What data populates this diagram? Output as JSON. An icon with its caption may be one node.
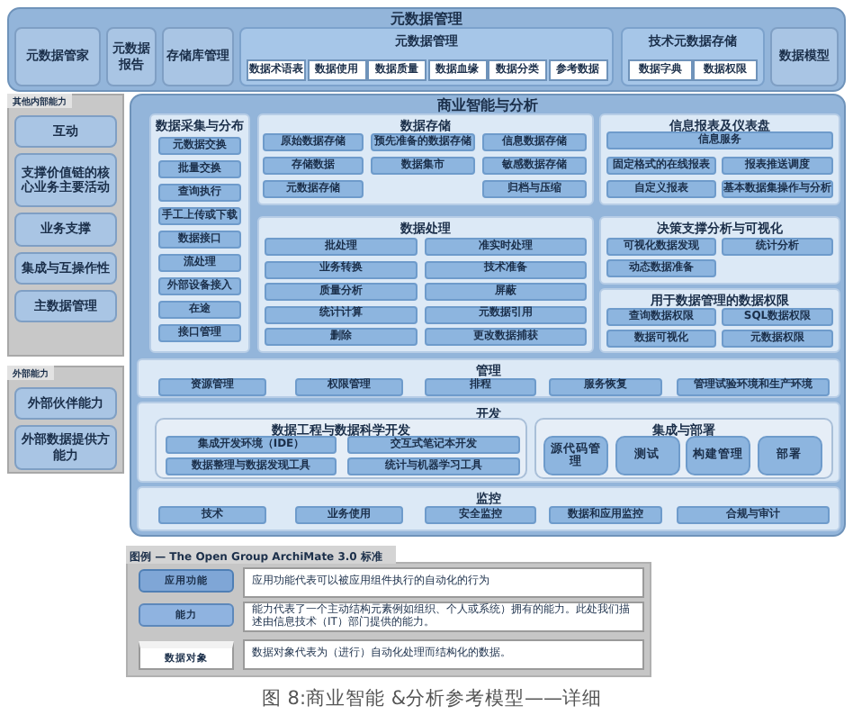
{
  "diagram": {
    "caption": "图 8:商业智能 &分析参考模型——详细",
    "nodes": [
      {
        "text": [
          "元数据管理"
        ]
      },
      {
        "text": [
          "元数据管家"
        ],
        "in": 0
      },
      {
        "text": [
          "元数据报告"
        ],
        "in": 0
      },
      {
        "text": [
          "存储库管理"
        ],
        "in": 0
      },
      {
        "text": [
          "元数据管理"
        ],
        "in": 0
      },
      {
        "text": [
          "数据术语表"
        ],
        "in": 4
      },
      {
        "text": [
          "数据使用"
        ],
        "in": 4
      },
      {
        "text": [
          "数据质量"
        ],
        "in": 4
      },
      {
        "text": [
          "数据血缘"
        ],
        "in": 4
      },
      {
        "text": [
          "数据分类"
        ],
        "in": 4
      },
      {
        "text": [
          "参考数据"
        ],
        "in": 4
      },
      {
        "text": [
          "技术元数据存储"
        ],
        "in": 0
      },
      {
        "text": [
          "数据字典"
        ],
        "in": 11
      },
      {
        "text": [
          "数据权限"
        ],
        "in": 11
      },
      {
        "text": [
          "数据模型"
        ],
        "in": 0
      },
      {
        "text": [
          "其他内部能力"
        ]
      },
      {
        "text": [
          "互动"
        ],
        "in": 15
      },
      {
        "text": [
          "支撑价值链的核心业务主要活动"
        ],
        "in": 15
      },
      {
        "text": [
          "业务支撑"
        ],
        "in": 15
      },
      {
        "text": [
          "集成与互操作性"
        ],
        "in": 15
      },
      {
        "text": [
          "主数据管理"
        ],
        "in": 15
      },
      {
        "text": [
          "外部能力"
        ]
      },
      {
        "text": [
          "外部伙伴能力"
        ],
        "in": 21
      },
      {
        "text": [
          "外部数据提供方能力"
        ],
        "in": 21
      },
      {
        "text": [
          "商业智能与分析"
        ]
      },
      {
        "text": [
          "数据采集与分布"
        ],
        "in": 24
      },
      {
        "text": [
          "元数据交换"
        ],
        "in": 25
      },
      {
        "text": [
          "批量交换"
        ],
        "in": 25
      },
      {
        "text": [
          "查询执行"
        ],
        "in": 25
      },
      {
        "text": [
          "手工上传或下载"
        ],
        "in": 25
      },
      {
        "text": [
          "数据接口"
        ],
        "in": 25
      },
      {
        "text": [
          "流处理"
        ],
        "in": 25
      },
      {
        "text": [
          "外部设备接入"
        ],
        "in": 25
      },
      {
        "text": [
          "在途"
        ],
        "in": 25
      },
      {
        "text": [
          "接口管理"
        ],
        "in": 25
      },
      {
        "text": [
          "数据存储"
        ],
        "in": 24
      },
      {
        "text": [
          "原始数据存储"
        ],
        "in": 35
      },
      {
        "text": [
          "预先准备的数据存储"
        ],
        "in": 35
      },
      {
        "text": [
          "信息数据存储"
        ],
        "in": 35
      },
      {
        "text": [
          "存储数据"
        ],
        "in": 35
      },
      {
        "text": [
          "数据集市"
        ],
        "in": 35
      },
      {
        "text": [
          "敏感数据存储"
        ],
        "in": 35
      },
      {
        "text": [
          "元数据存储"
        ],
        "in": 35
      },
      {
        "text": [
          "归档与压缩"
        ],
        "in": 35
      },
      {
        "text": [
          "信息报表及仪表盘"
        ],
        "in": 24
      },
      {
        "text": [
          "信息服务"
        ],
        "in": 44
      },
      {
        "text": [
          "固定格式的在线报表"
        ],
        "in": 44
      },
      {
        "text": [
          "报表推送调度"
        ],
        "in": 44
      },
      {
        "text": [
          "自定义报表"
        ],
        "in": 44
      },
      {
        "text": [
          "基本数据集操作与分析"
        ],
        "in": 44
      },
      {
        "text": [
          "数据处理"
        ],
        "in": 24
      },
      {
        "text": [
          "批处理"
        ],
        "in": 50
      },
      {
        "text": [
          "准实时处理"
        ],
        "in": 50
      },
      {
        "text": [
          "业务转换"
        ],
        "in": 50
      },
      {
        "text": [
          "技术准备"
        ],
        "in": 50
      },
      {
        "text": [
          "质量分析"
        ],
        "in": 50
      },
      {
        "text": [
          "屏蔽"
        ],
        "in": 50
      },
      {
        "text": [
          "统计计算"
        ],
        "in": 50
      },
      {
        "text": [
          "元数据引用"
        ],
        "in": 50
      },
      {
        "text": [
          "删除"
        ],
        "in": 50
      },
      {
        "text": [
          "更改数据捕获"
        ],
        "in": 50
      },
      {
        "text": [
          "决策支撑分析与可视化"
        ],
        "in": 24
      },
      {
        "text": [
          "可视化数据发现"
        ],
        "in": 61
      },
      {
        "text": [
          "统计分析"
        ],
        "in": 61
      },
      {
        "text": [
          "动态数据准备"
        ],
        "in": 61
      },
      {
        "text": [
          "用于数据管理的数据权限"
        ],
        "in": 24
      },
      {
        "text": [
          "查询数据权限"
        ],
        "in": 65
      },
      {
        "text": [
          "SQL数据权限"
        ],
        "in": 65
      },
      {
        "text": [
          "数据可视化"
        ],
        "in": 65
      },
      {
        "text": [
          "元数据权限"
        ],
        "in": 65
      },
      {
        "text": [
          "管理"
        ],
        "in": 24
      },
      {
        "text": [
          "资源管理"
        ],
        "in": 70
      },
      {
        "text": [
          "权限管理"
        ],
        "in": 70
      },
      {
        "text": [
          "排程"
        ],
        "in": 70
      },
      {
        "text": [
          "服务恢复"
        ],
        "in": 70
      },
      {
        "text": [
          "管理试验环境和生产环境"
        ],
        "in": 70
      },
      {
        "text": [
          "开发"
        ],
        "in": 24
      },
      {
        "text": [
          "数据工程与数据科学开发"
        ],
        "in": 76
      },
      {
        "text": [
          "集成开发环境（IDE）"
        ],
        "in": 77
      },
      {
        "text": [
          "交互式笔记本开发"
        ],
        "in": 77
      },
      {
        "text": [
          "数据整理与数据发现工具"
        ],
        "in": 77
      },
      {
        "text": [
          "统计与机器学习工具"
        ],
        "in": 77
      },
      {
        "text": [
          "集成与部署"
        ],
        "in": 76
      },
      {
        "text": [
          "源代码管理"
        ],
        "in": 82
      },
      {
        "text": [
          "测试"
        ],
        "in": 82
      },
      {
        "text": [
          "构建管理"
        ],
        "in": 82
      },
      {
        "text": [
          "部署"
        ],
        "in": 82
      },
      {
        "text": [
          "监控"
        ],
        "in": 24
      },
      {
        "text": [
          "技术"
        ],
        "in": 87
      },
      {
        "text": [
          "业务使用"
        ],
        "in": 87
      },
      {
        "text": [
          "安全监控"
        ],
        "in": 87
      },
      {
        "text": [
          "数据和应用监控"
        ],
        "in": 87
      },
      {
        "text": [
          "合规与审计"
        ],
        "in": 87
      }
    ],
    "labels": [
      "图例 — The Open Group ArchiMate 3.0 标准",
      "应用功能代表可以被应用组件执行的自动化的行为",
      "能力代表了一个主动结构元素例如组织、个人或系统）拥有的能力。此处我们描述由信息技术（IT）部门提供的能力。",
      "数据对象代表为（进行）自动化处理而结构化的数据。"
    ],
    "legend": [
      {
        "text": "应用功能"
      },
      {
        "text": "能力"
      },
      {
        "text": "数据对象"
      }
    ]
  }
}
